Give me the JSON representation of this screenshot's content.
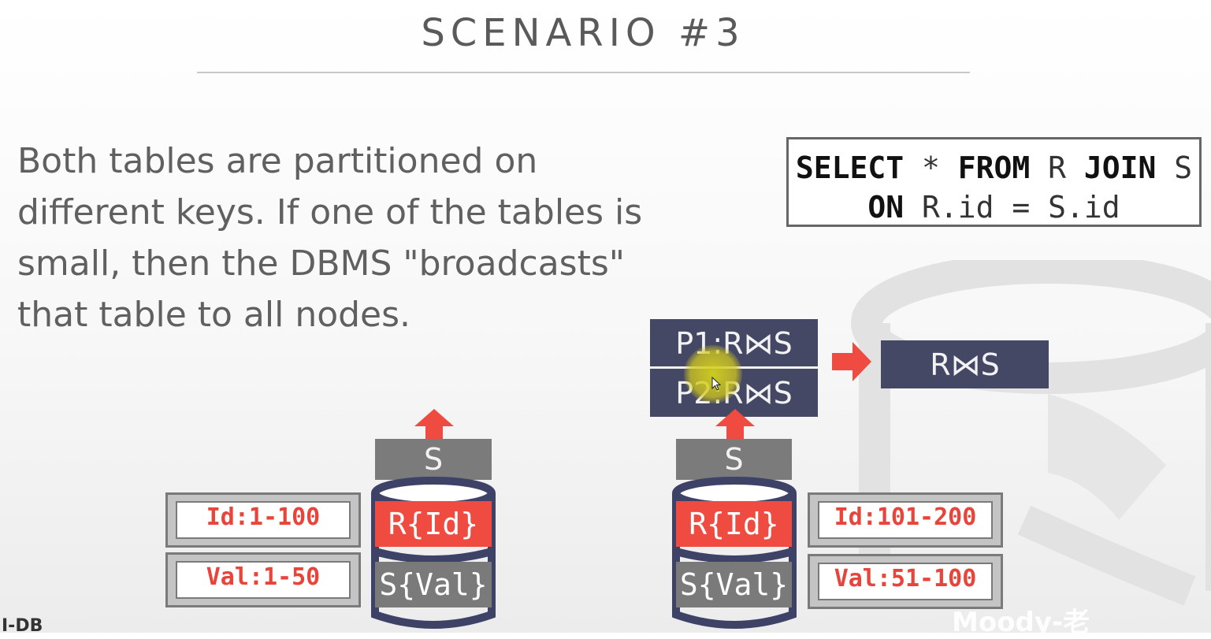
{
  "slide": {
    "title": "SCENARIO #3",
    "body_lines": [
      "Both tables are partitioned on",
      "different keys. If one of the tables is",
      "small, then the DBMS \"broadcasts\"",
      "that table to all nodes."
    ]
  },
  "query": {
    "kw_select": "SELECT",
    "star": " * ",
    "kw_from": "FROM",
    "rel_r": " R ",
    "kw_join": "JOIN",
    "rel_s": " S",
    "kw_on": "ON",
    "condition": " R.id = S.id"
  },
  "partial_results": {
    "p1": "P1:R⋈S",
    "p2": "P2:R⋈S"
  },
  "final_result": "R⋈S",
  "node1": {
    "s_label": "S",
    "r_label": "R{Id}",
    "v_label": "S{Val}",
    "id_range": "Id:1-100",
    "val_range": "Val:1-50"
  },
  "node2": {
    "s_label": "S",
    "r_label": "R{Id}",
    "v_label": "S{Val}",
    "id_range": "Id:101-200",
    "val_range": "Val:51-100"
  },
  "footer": {
    "corner_text": "I-DB",
    "watermark": "Moody-老"
  },
  "colors": {
    "arrow": "#f04b40",
    "dark_box": "#454865",
    "cylinder_outline": "#3e4266"
  }
}
